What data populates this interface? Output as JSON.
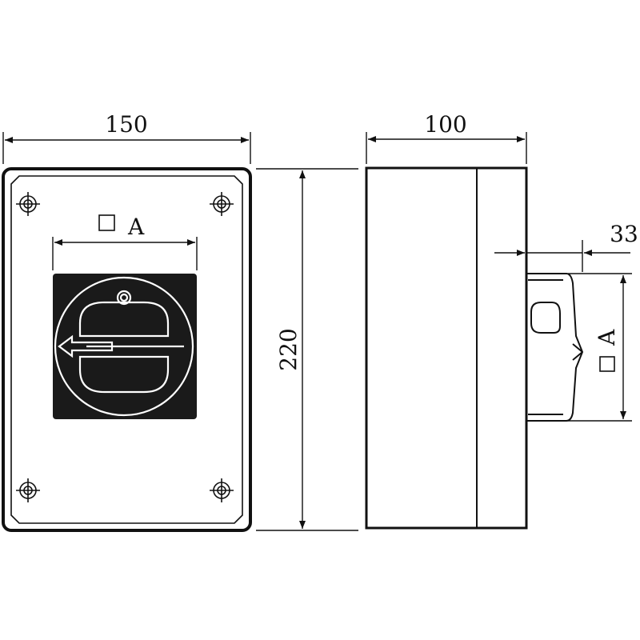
{
  "dimensions": {
    "width": "150",
    "depth": "100",
    "height": "220",
    "handle_projection": "33"
  },
  "labels": {
    "handle_square_size": "A",
    "handle_square_size_side": "A"
  },
  "colors": {
    "line": "#111111",
    "handle_plate": "#1a1a1a",
    "background": "#ffffff"
  }
}
